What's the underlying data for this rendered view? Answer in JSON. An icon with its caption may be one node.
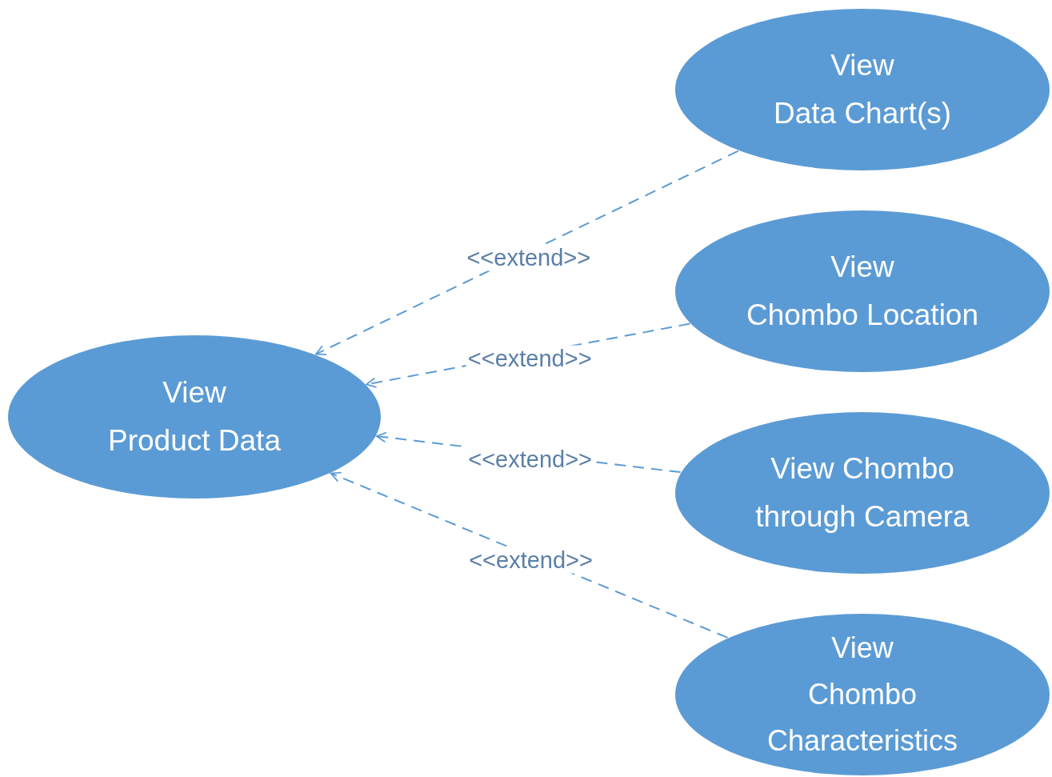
{
  "diagram": {
    "nodes": [
      {
        "text": [
          "View",
          "Product Data"
        ]
      },
      {
        "text": [
          "View",
          "Data Chart(s)"
        ]
      },
      {
        "text": [
          "View",
          "Chombo Location"
        ]
      },
      {
        "text": [
          "View Chombo",
          "through Camera"
        ]
      },
      {
        "text": [
          "View",
          "Chombo",
          "Characteristics"
        ]
      }
    ],
    "edges": [
      {
        "from": 1,
        "to": 0,
        "arrow": "to",
        "label": "<<extend>>",
        "style": "dashed"
      },
      {
        "from": 2,
        "to": 0,
        "arrow": "to",
        "label": "<<extend>>",
        "style": "dashed"
      },
      {
        "from": 3,
        "to": 0,
        "arrow": "to",
        "label": "<<extend>>",
        "style": "dashed"
      },
      {
        "from": 4,
        "to": 0,
        "arrow": "to",
        "label": "<<extend>>",
        "style": "dashed"
      }
    ]
  }
}
